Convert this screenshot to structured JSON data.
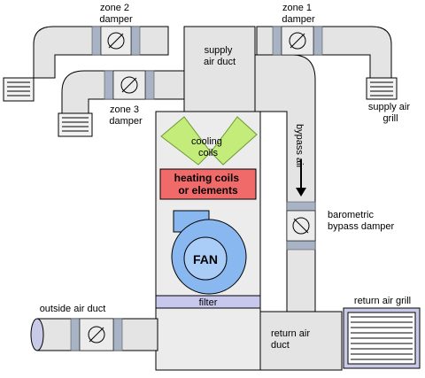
{
  "labels": {
    "zone2_damper": [
      "zone 2",
      "damper"
    ],
    "zone1_damper": [
      "zone 1",
      "damper"
    ],
    "zone3_damper": [
      "zone 3",
      "damper"
    ],
    "supply_duct": [
      "supply",
      "air duct"
    ],
    "supply_grill": [
      "supply air",
      "grill"
    ],
    "cooling_coils": [
      "cooling",
      "coils"
    ],
    "heating_coils": [
      "heating coils",
      "or elements"
    ],
    "bypass_air": "bypass air",
    "barometric_damper": [
      "barometric",
      "bypass damper"
    ],
    "fan": "FAN",
    "filter": "filter",
    "outside_duct": "outside air duct",
    "return_grill": "return air grill",
    "return_duct": [
      "return air",
      "duct"
    ]
  },
  "colors": {
    "cooling_coil": "#c3ec7a",
    "heating_box": "#f06a6a",
    "fan": "#89b8f0",
    "filter": "#c8c8ee",
    "damper_flange": "#a9b3c6",
    "duct": "#e4e4e4"
  },
  "icons": {
    "damper": "damper-icon",
    "grill": "grill-icon",
    "fan": "fan-icon",
    "arrow": "arrow-down-icon"
  }
}
